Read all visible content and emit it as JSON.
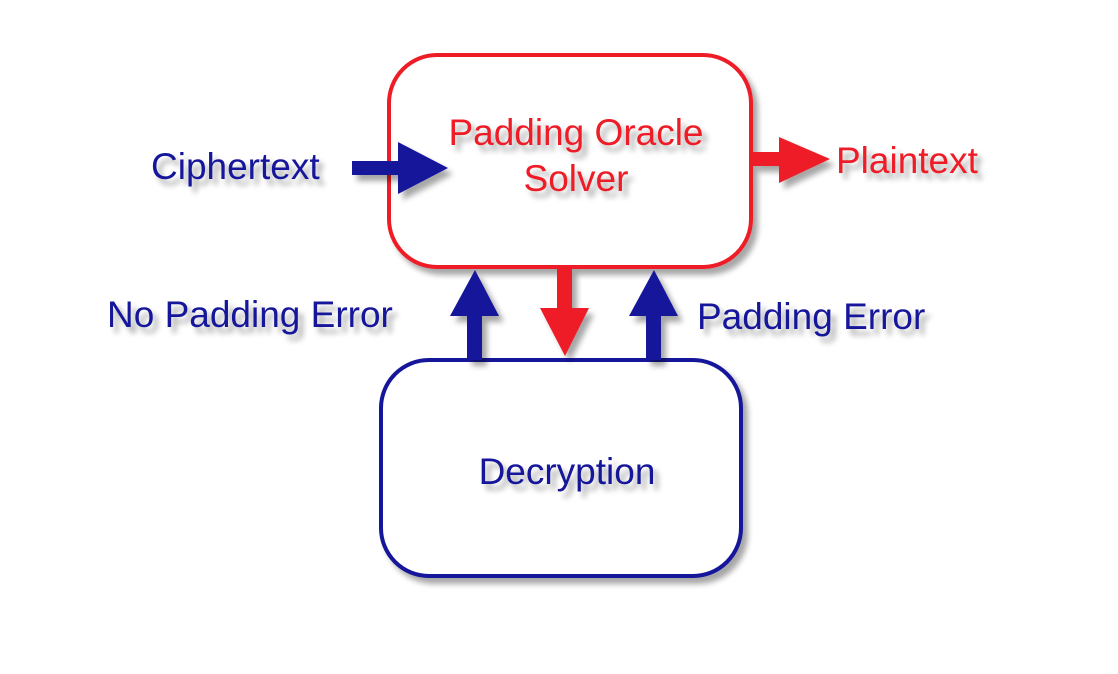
{
  "solver": {
    "line1": "Padding Oracle",
    "line2": "Solver"
  },
  "decryption": {
    "label": "Decryption"
  },
  "labels": {
    "ciphertext": "Ciphertext",
    "plaintext": "Plaintext",
    "no_padding_error": "No Padding Error",
    "padding_error": "Padding Error"
  },
  "colors": {
    "red": "#ee1c25",
    "blue": "#13139a"
  }
}
